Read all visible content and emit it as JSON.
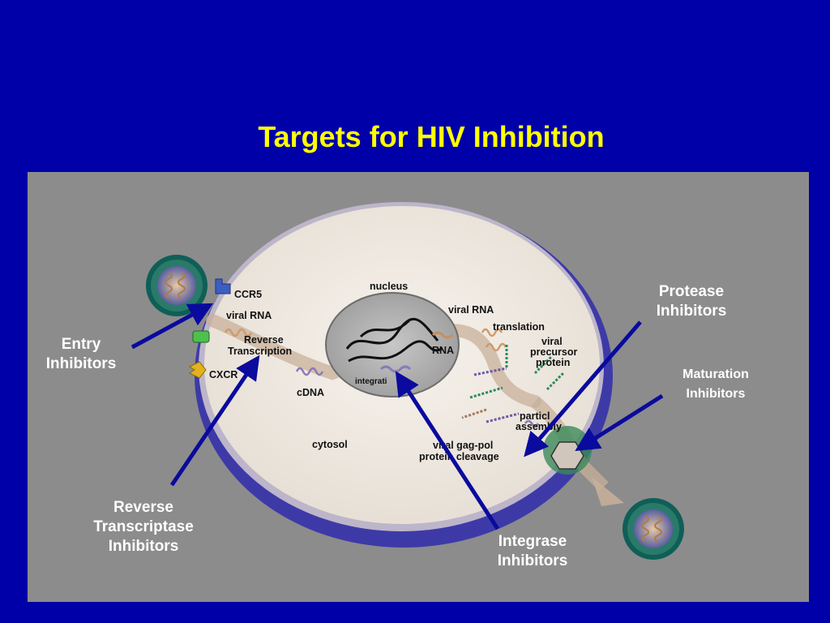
{
  "title": "Targets for HIV Inhibition",
  "colors": {
    "background": "#0000a8",
    "title": "#ffff00",
    "panel": "#8c8c8c",
    "cell": "#efe9e1",
    "membrane": "#3d3aa8",
    "arrow": "#0a0a9e"
  },
  "callouts": {
    "entry": [
      "Entry",
      "Inhibitors"
    ],
    "reverse_transcriptase": [
      "Reverse",
      "Transcriptase",
      "Inhibitors"
    ],
    "integrase": [
      "Integrase",
      "Inhibitors"
    ],
    "protease": [
      "Protease",
      "Inhibitors"
    ],
    "maturation": [
      "Maturation",
      "Inhibitors"
    ]
  },
  "diagram_labels": {
    "ccr5": "CCR5",
    "viral_rna_left": "viral RNA",
    "reverse": "Reverse",
    "transcription": "Transcription",
    "cxcr": "CXCR",
    "cdna": "cDNA",
    "cytosol": "cytosol",
    "nucleus": "nucleus",
    "integration": "integrati",
    "rna": "RNA",
    "viral_rna_right": "viral RNA",
    "translation": "translation",
    "viral": "viral",
    "precursor": "precursor",
    "protein": "protein",
    "particle": "particl",
    "assembly": "assembly",
    "gag_pol": "viral gag-pol",
    "protein_cleavage": "protein cleavage"
  },
  "icons": [
    "virus-icon",
    "ccr5-receptor-icon",
    "cxcr4-receptor-icon",
    "cd4-receptor-icon"
  ]
}
